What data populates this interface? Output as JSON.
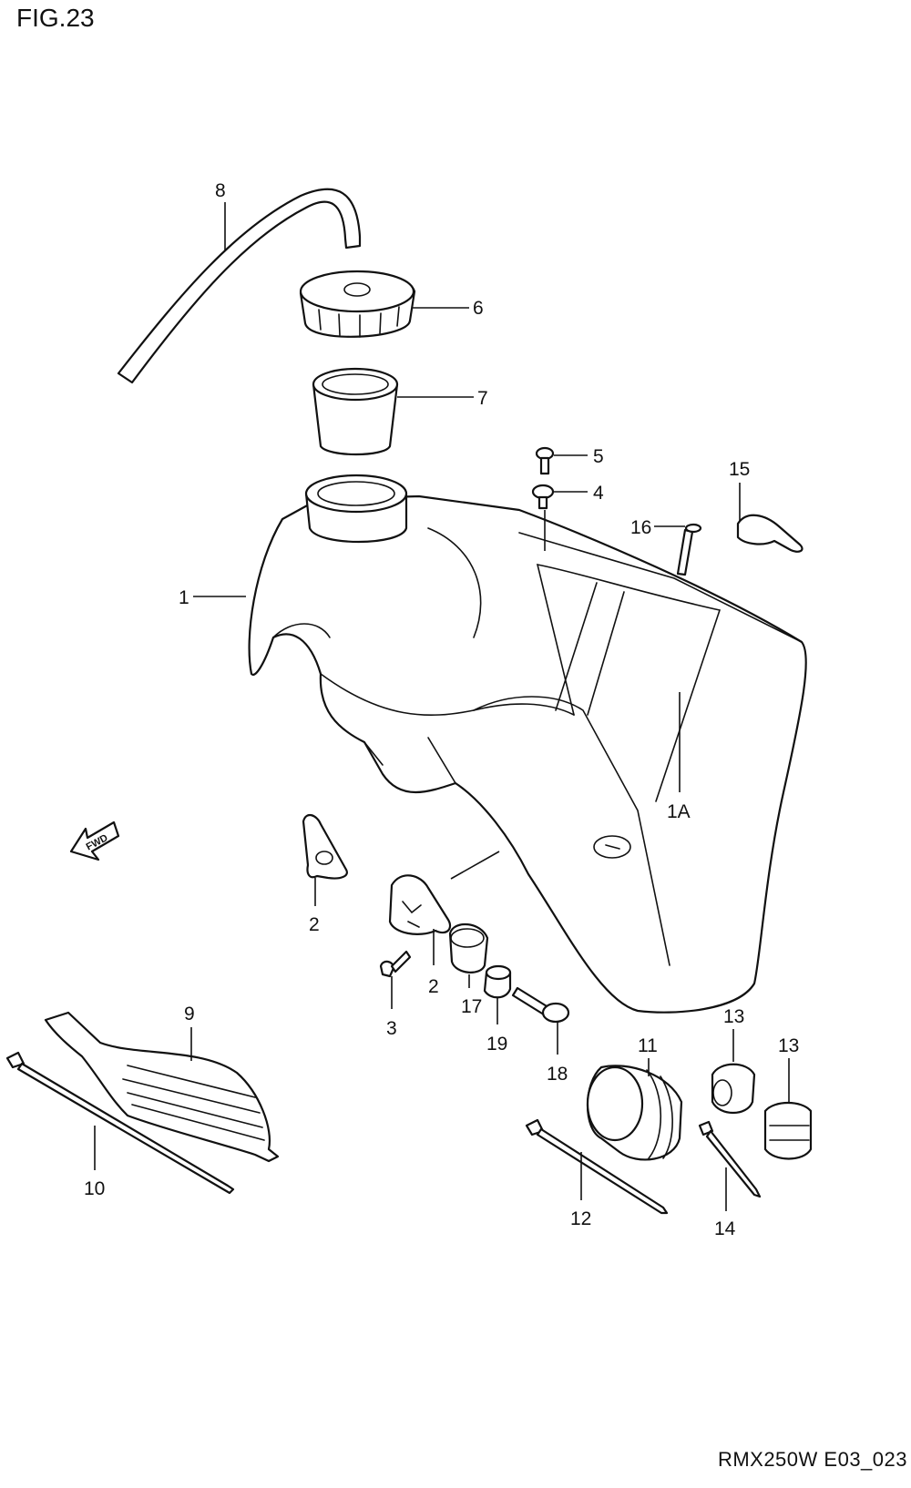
{
  "figure": {
    "title": "FIG.23",
    "drawing_code": "RMX250W E03_023"
  },
  "fwd_arrow": {
    "label": "FWD"
  },
  "callouts": [
    {
      "id": "c-1",
      "label": "1"
    },
    {
      "id": "c-1A",
      "label": "1A"
    },
    {
      "id": "c-2a",
      "label": "2"
    },
    {
      "id": "c-2b",
      "label": "2"
    },
    {
      "id": "c-3",
      "label": "3"
    },
    {
      "id": "c-4",
      "label": "4"
    },
    {
      "id": "c-5",
      "label": "5"
    },
    {
      "id": "c-6",
      "label": "6"
    },
    {
      "id": "c-7",
      "label": "7"
    },
    {
      "id": "c-8",
      "label": "8"
    },
    {
      "id": "c-9",
      "label": "9"
    },
    {
      "id": "c-10",
      "label": "10"
    },
    {
      "id": "c-11",
      "label": "11"
    },
    {
      "id": "c-12",
      "label": "12"
    },
    {
      "id": "c-13a",
      "label": "13"
    },
    {
      "id": "c-13b",
      "label": "13"
    },
    {
      "id": "c-14",
      "label": "14"
    },
    {
      "id": "c-15",
      "label": "15"
    },
    {
      "id": "c-16",
      "label": "16"
    },
    {
      "id": "c-17",
      "label": "17"
    },
    {
      "id": "c-18",
      "label": "18"
    },
    {
      "id": "c-19",
      "label": "19"
    }
  ]
}
